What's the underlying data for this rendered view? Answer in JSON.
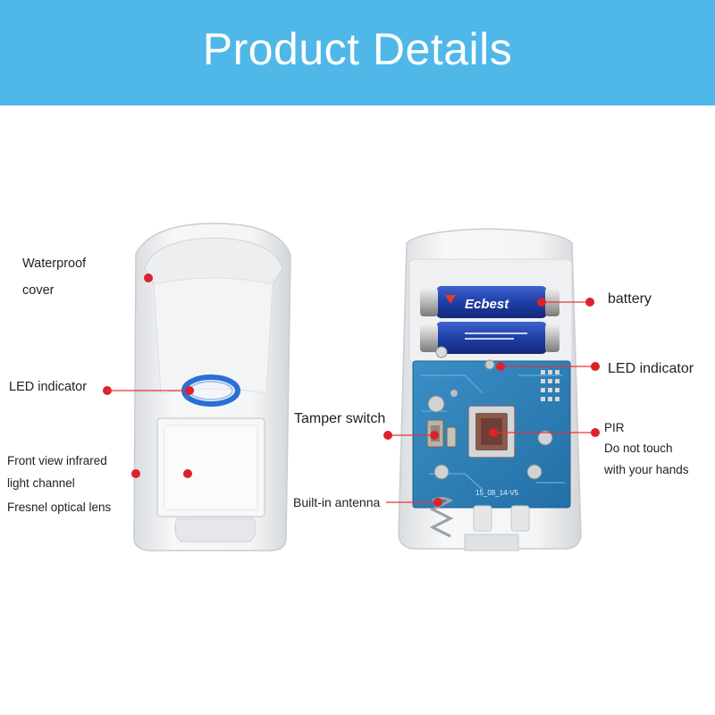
{
  "header": {
    "title": "Product Details"
  },
  "callouts": {
    "waterproof_cover": [
      "Waterproof",
      "cover"
    ],
    "led_indicator_front": "LED indicator",
    "front_view": [
      "Front view infrared",
      "light channel",
      "Fresnel optical lens"
    ],
    "battery": "battery",
    "led_indicator_back": "LED indicator",
    "tamper_switch": "Tamper switch",
    "pir": [
      "PIR",
      "Do not touch",
      "with your hands"
    ],
    "antenna": "Built-in antenna"
  },
  "battery_print": {
    "brand": "Ecbest"
  },
  "pcb_print": {
    "code": "15_08_14-V5"
  },
  "colors": {
    "banner": "#4fb8e8",
    "callout_dot": "#d9232b",
    "callout_line": "#e8333a",
    "led_ring": "#2a6fd6",
    "pcb": "#2a7fb8",
    "battery": "#1f3fa6"
  }
}
